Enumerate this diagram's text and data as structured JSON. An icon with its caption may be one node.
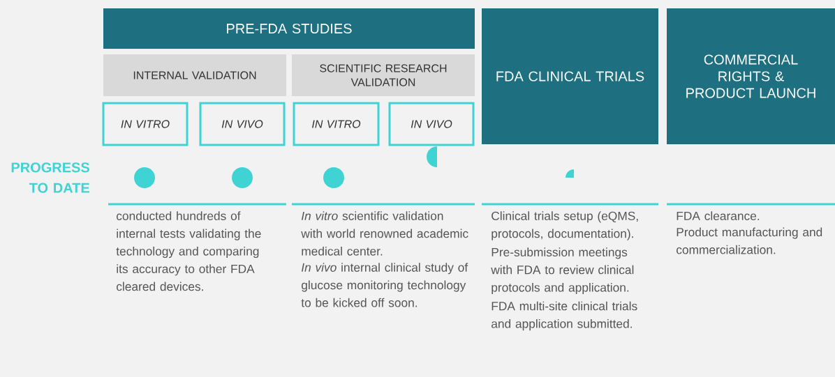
{
  "diagram": {
    "nodes": [
      {
        "text": [
          "PRE-FDA STUDIES"
        ]
      },
      {
        "text": [
          "INTERNAL VALIDATION"
        ]
      },
      {
        "text": [
          "SCIENTIFIC RESEARCH VALIDATION"
        ]
      },
      {
        "text": [
          "IN VITRO"
        ]
      },
      {
        "text": [
          "IN VIVO"
        ]
      },
      {
        "text": [
          "IN VITRO"
        ]
      },
      {
        "text": [
          "IN VIVO"
        ]
      },
      {
        "text": [
          "FDA CLINICAL TRIALS"
        ]
      },
      {
        "text": [
          "COMMERCIAL RIGHTS & PRODUCT LAUNCH"
        ]
      }
    ],
    "labels": [
      "PROGRESS TO DATE",
      "conducted hundreds of internal tests validating the technology and comparing its accuracy to other FDA cleared devices.",
      "*In vitro* scientific validation with world renowned academic medical center.",
      "*In vivo* internal clinical study of glucose monitoring technology to be kicked off soon.",
      "Clinical trials setup (eQMS, protocols, documentation).",
      "Pre-submission meetings with FDA to review clinical protocols and application.",
      "FDA multi-site clinical trials and application submitted.",
      "FDA clearance.",
      "Product manufacturing and commercialization."
    ]
  }
}
